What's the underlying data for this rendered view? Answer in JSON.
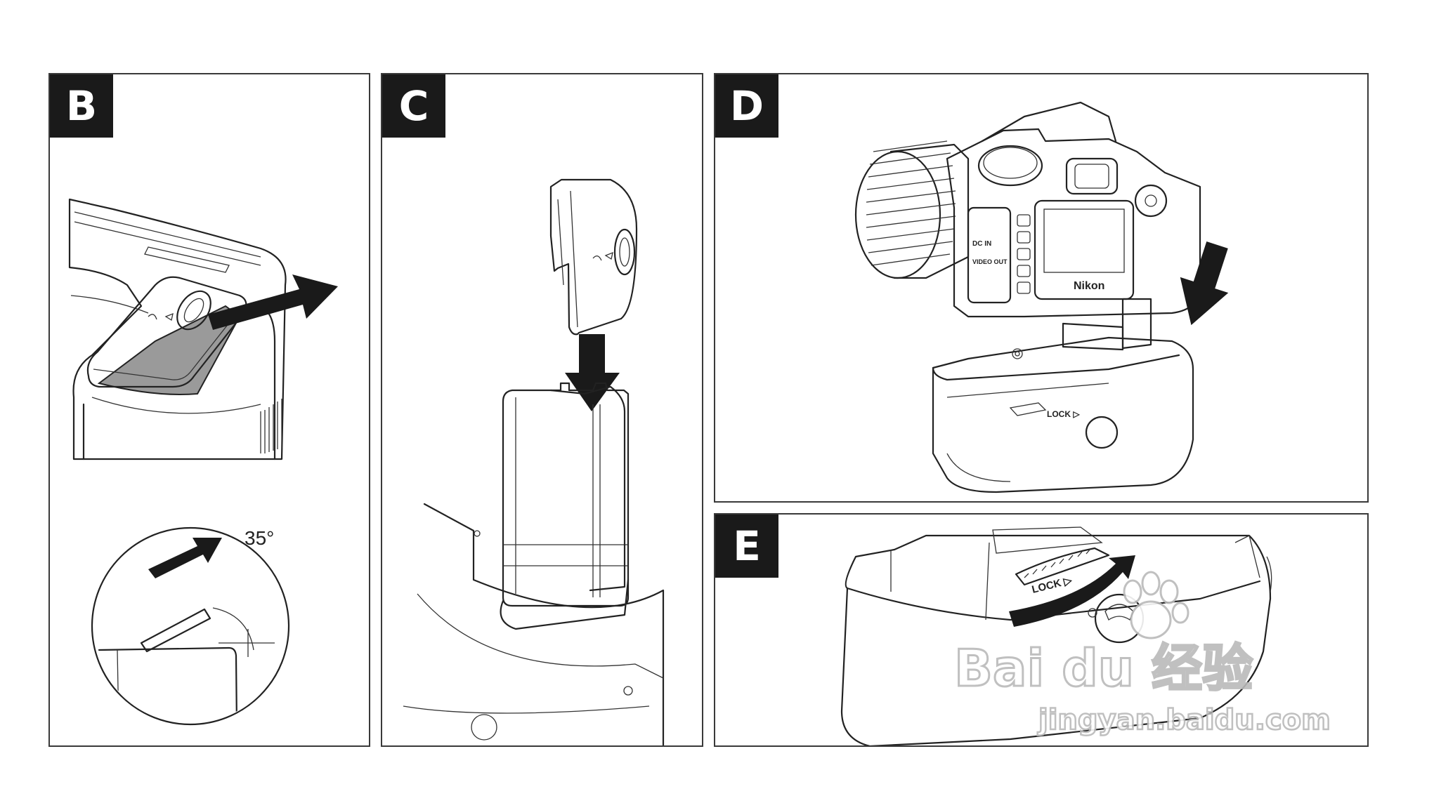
{
  "panels": {
    "b": {
      "letter": "B",
      "angle_label": "35°"
    },
    "c": {
      "letter": "C"
    },
    "d": {
      "letter": "D",
      "camera_brand": "Nikon",
      "port_labels": [
        "DC IN",
        "VIDEO OUT"
      ],
      "grip_lock_label": "LOCK ▷"
    },
    "e": {
      "letter": "E",
      "lock_label": "LOCK ▷"
    }
  },
  "watermark": {
    "logo_text": "Bai du 经验",
    "url_text": "jingyan.baidu.com"
  }
}
